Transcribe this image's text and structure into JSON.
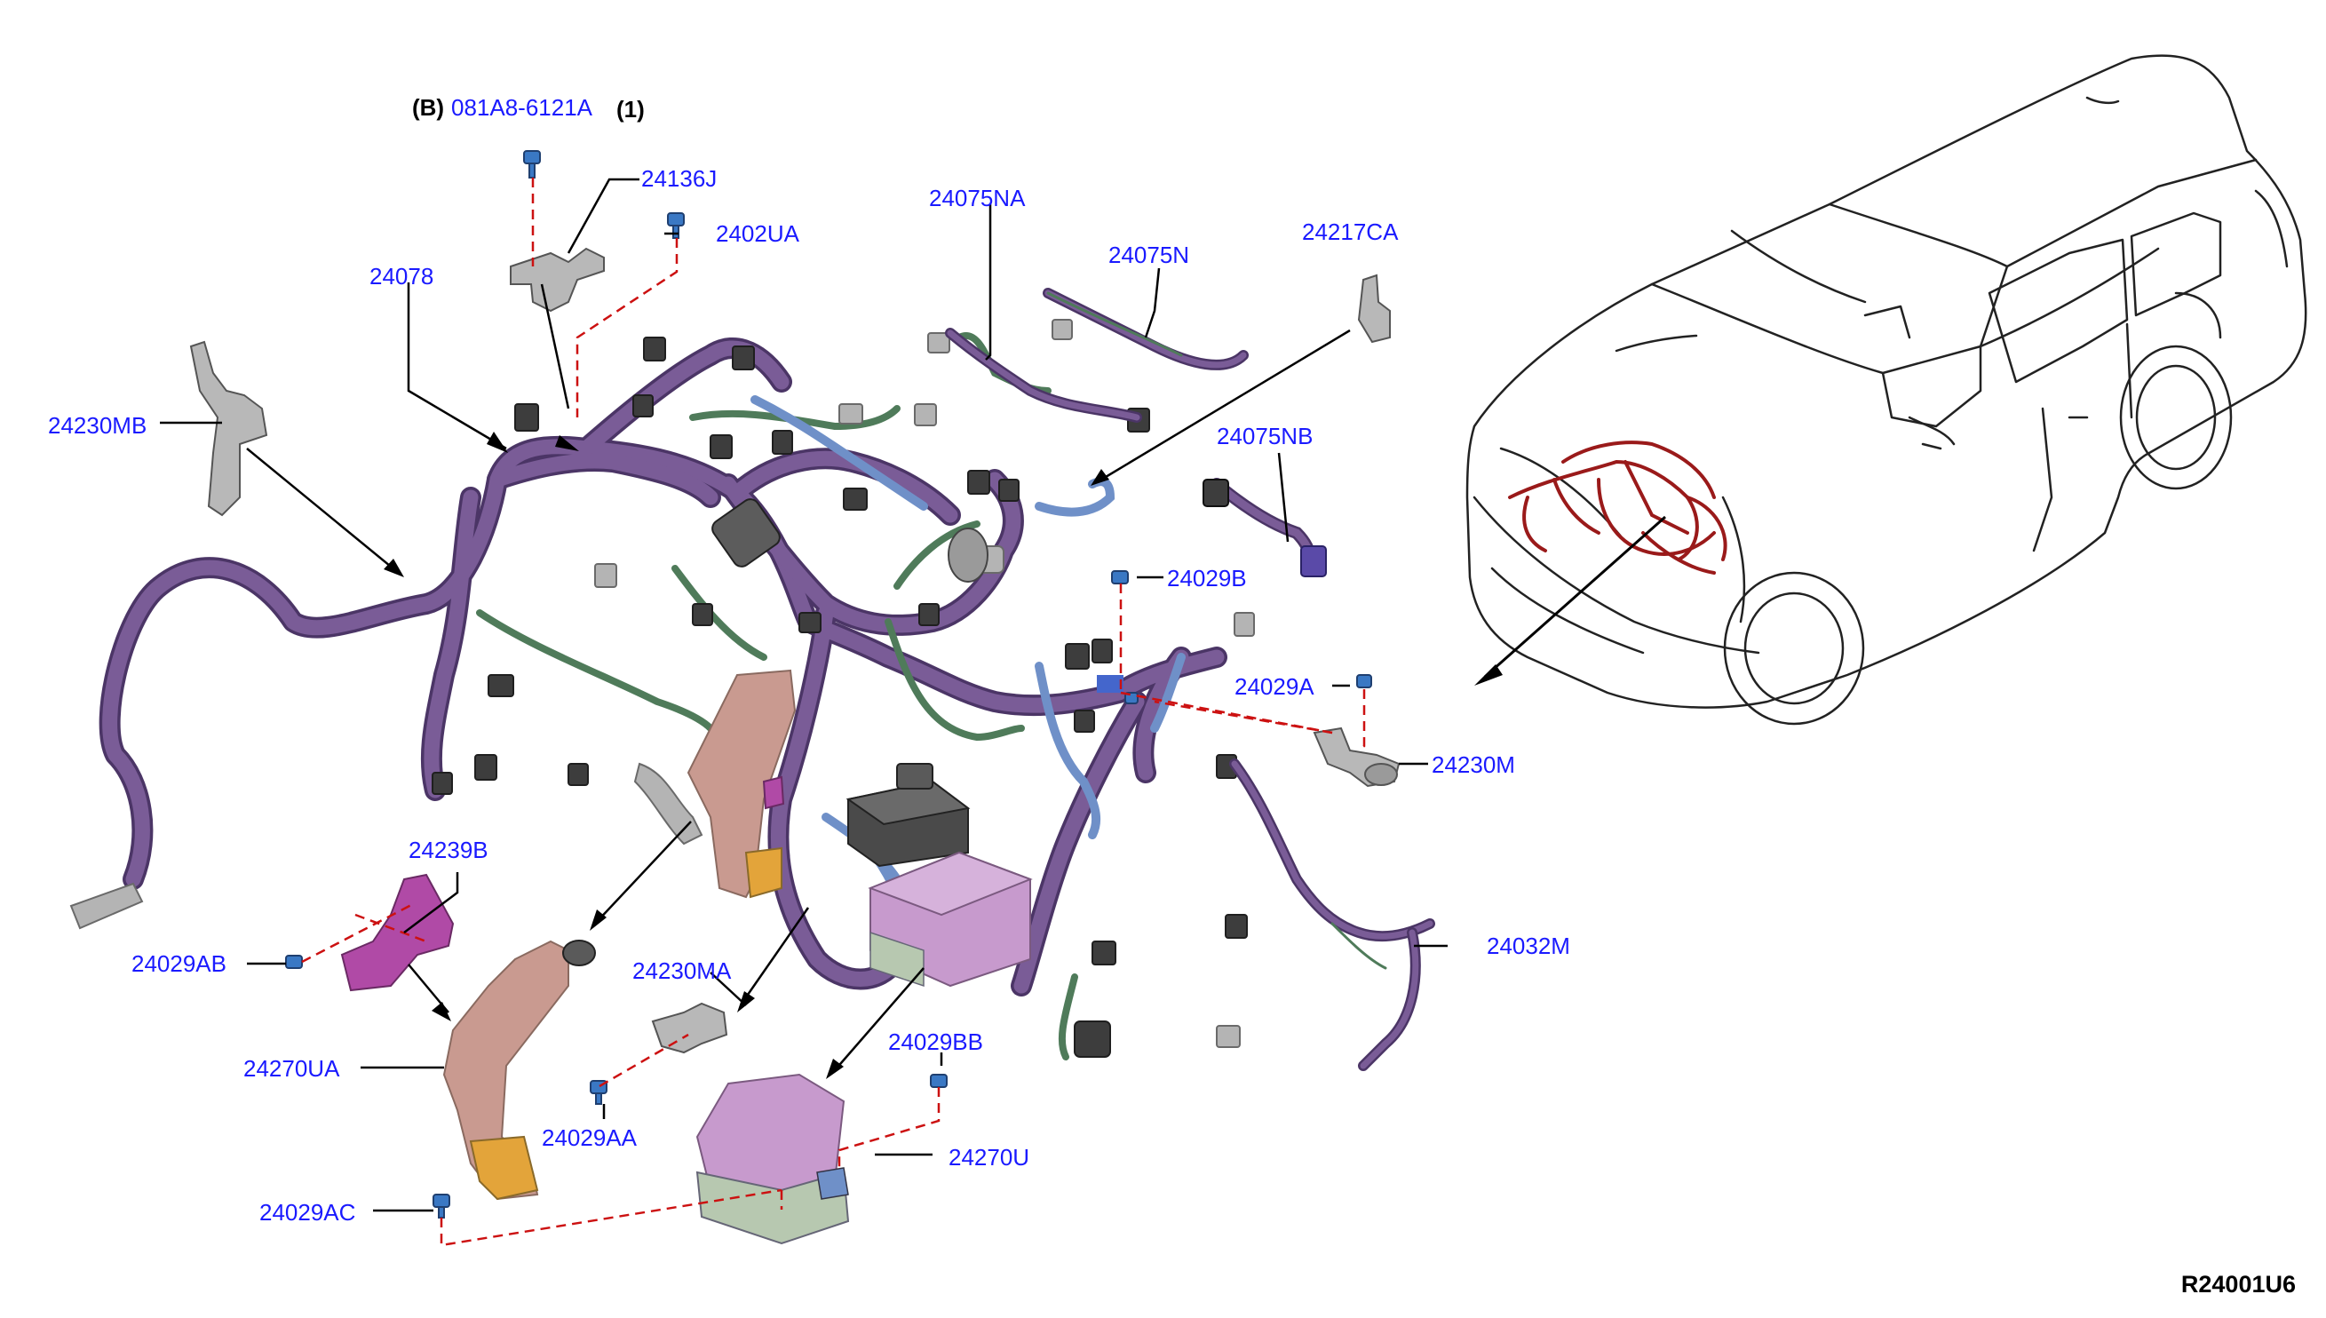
{
  "colors": {
    "label": "#1a1aff",
    "leader": "#000000",
    "dashed": "#cc1111",
    "harness": "#7a5c97",
    "harness_dark": "#4b3566",
    "green_branch": "#4f7b5a",
    "blue_branch": "#6f90c8",
    "junction_box": "#c79acd",
    "bracket_copper": "#c99a90",
    "bracket_orange": "#e3a43a",
    "bracket_magenta": "#b04aa6",
    "bolt_blue": "#3a78c4",
    "vehicle_harness": "#9a1a1a",
    "vehicle_outline": "#222222"
  },
  "header": {
    "prefix": "(B)",
    "part": "081A8-6121A",
    "qty": "(1)"
  },
  "labels": {
    "p24136J": "24136J",
    "p2402UA": "2402UA",
    "p24078": "24078",
    "p24230MB": "24230MB",
    "p24075NA": "24075NA",
    "p24075N": "24075N",
    "p24217CA": "24217CA",
    "p24075NB": "24075NB",
    "p24029B": "24029B",
    "p24029A": "24029A",
    "p24230M": "24230M",
    "p24239B": "24239B",
    "p24029AB": "24029AB",
    "p24230MA": "24230MA",
    "p24032M": "24032M",
    "p24029BB": "24029BB",
    "p24270UA": "24270UA",
    "p24029AA": "24029AA",
    "p24270U": "24270U",
    "p24029AC": "24029AC"
  },
  "diagram_code": "R24001U6"
}
